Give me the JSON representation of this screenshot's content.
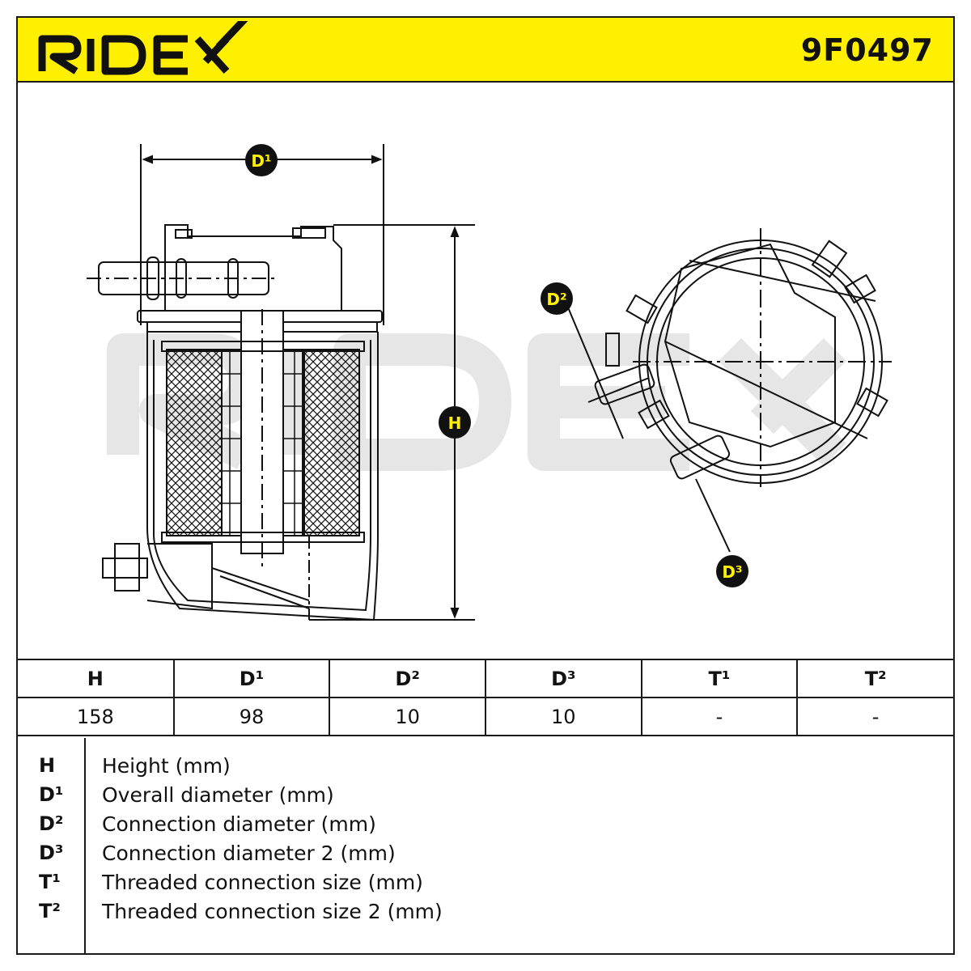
{
  "header": {
    "brand": "RIDEX",
    "part_number": "9F0497"
  },
  "diagram": {
    "label_d1": "D¹",
    "label_d2": "D²",
    "label_d3": "D³",
    "label_h": "H",
    "watermark": "RIDEX",
    "colors": {
      "accent": "#ffef00",
      "ink": "#1a1a1a",
      "watermark": "#e6e6e6"
    }
  },
  "table": {
    "headers": [
      "H",
      "D¹",
      "D²",
      "D³",
      "T¹",
      "T²"
    ],
    "values": [
      "158",
      "98",
      "10",
      "10",
      "-",
      "-"
    ]
  },
  "legend": [
    {
      "symbol": "H",
      "description": "Height (mm)"
    },
    {
      "symbol": "D¹",
      "description": "Overall diameter (mm)"
    },
    {
      "symbol": "D²",
      "description": "Connection diameter (mm)"
    },
    {
      "symbol": "D³",
      "description": "Connection diameter 2 (mm)"
    },
    {
      "symbol": "T¹",
      "description": "Threaded connection size (mm)"
    },
    {
      "symbol": "T²",
      "description": "Threaded connection size 2 (mm)"
    }
  ]
}
